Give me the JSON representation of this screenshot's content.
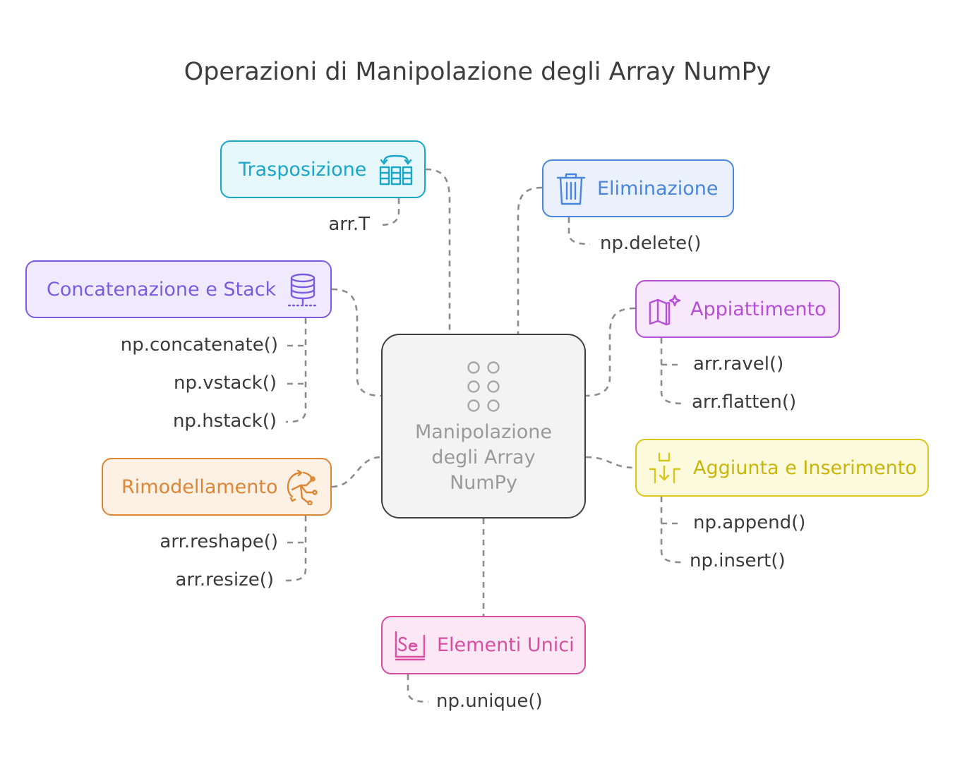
{
  "title": "Operazioni di Manipolazione degli Array NumPy",
  "center": {
    "lines": [
      "Manipolazione",
      "degli Array",
      "NumPy"
    ],
    "icon": "dots-grid-icon"
  },
  "branches": {
    "trasposizione": {
      "label": "Trasposizione",
      "icon": "transpose-columns-icon",
      "color": "#1aa6c8",
      "bg": "#e6f8fc",
      "items": [
        "arr.T"
      ]
    },
    "eliminazione": {
      "label": "Eliminazione",
      "icon": "trash-icon",
      "color": "#4a87dc",
      "bg": "#eaf1fd",
      "items": [
        "np.delete()"
      ]
    },
    "concatenazione": {
      "label": "Concatenazione e Stack",
      "icon": "database-stack-icon",
      "color": "#7b5ce0",
      "bg": "#efeafd",
      "items": [
        "np.concatenate()",
        "np.vstack()",
        "np.hstack()"
      ]
    },
    "appiattimento": {
      "label": "Appiattimento",
      "icon": "map-sparkle-icon",
      "color": "#b44fd6",
      "bg": "#f8e8fb",
      "items": [
        "arr.ravel()",
        "arr.flatten()"
      ]
    },
    "rimodellamento": {
      "label": "Rimodellamento",
      "icon": "reshape-arrows-icon",
      "color": "#dd8633",
      "bg": "#fdf1e6",
      "items": [
        "arr.reshape()",
        "arr.resize()"
      ]
    },
    "aggiunta": {
      "label": "Aggiunta e Inserimento",
      "icon": "insert-arrow-icon",
      "color": "#d9c61a",
      "bg": "#fcfadc",
      "items": [
        "np.append()",
        "np.insert()"
      ]
    },
    "unici": {
      "label": "Elementi Unici",
      "icon": "selenium-se-icon",
      "color": "#d94ea1",
      "bg": "#fce8f4",
      "items": [
        "np.unique()"
      ]
    }
  }
}
